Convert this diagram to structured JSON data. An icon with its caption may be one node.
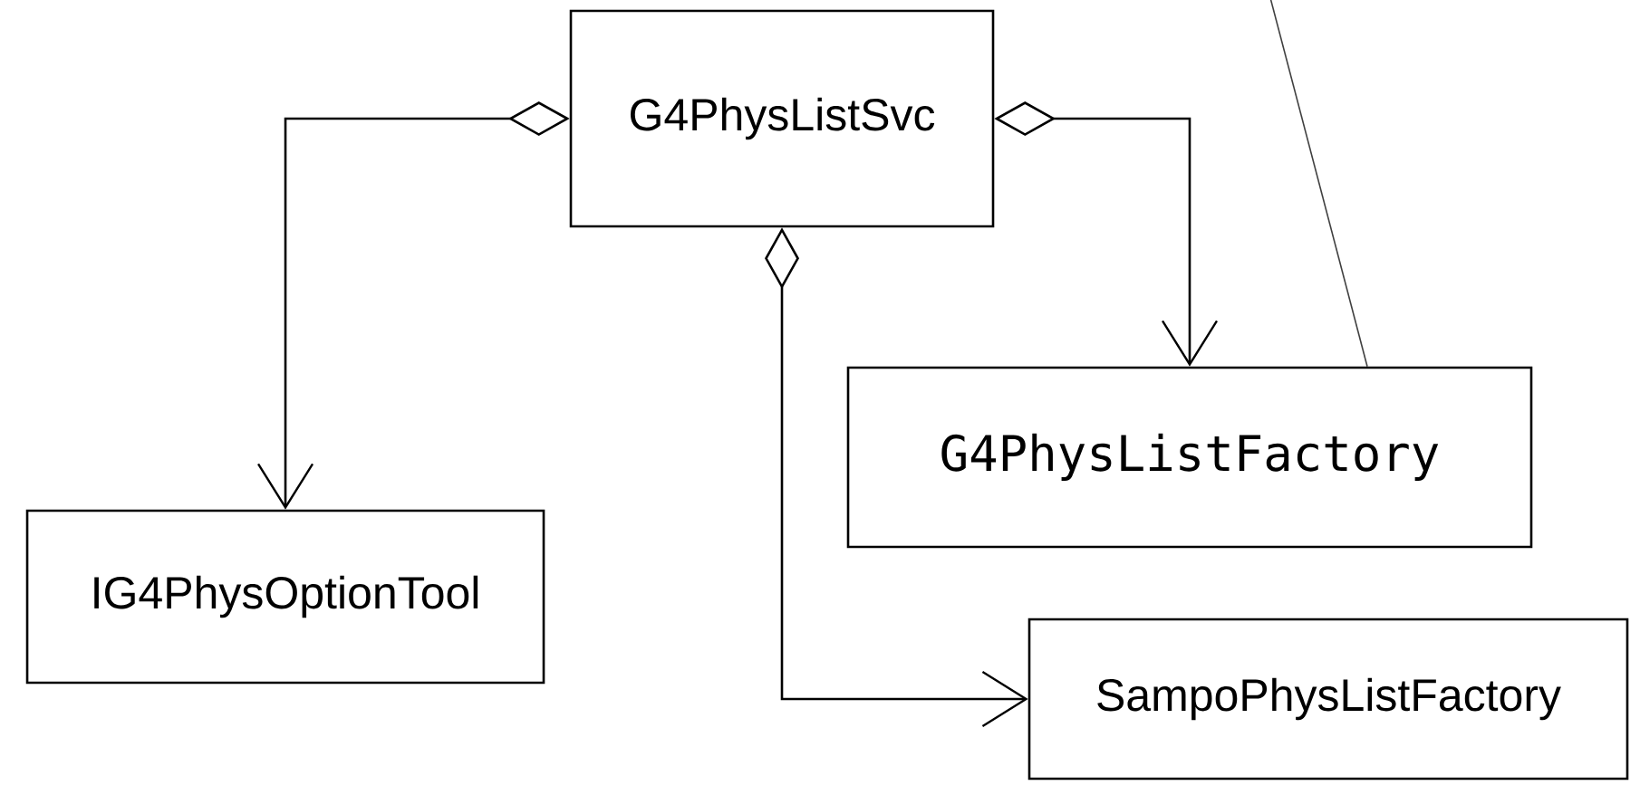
{
  "diagram": {
    "nodes": [
      {
        "text": [
          "G4PhysListSvc"
        ]
      },
      {
        "text": [
          "IG4PhysOptionTool"
        ]
      },
      {
        "text": [
          "G4PhysListFactory"
        ]
      },
      {
        "text": [
          "SampoPhysListFactory"
        ]
      }
    ],
    "edges": [
      {
        "from": 0,
        "to": 1,
        "arrow": "to"
      },
      {
        "from": 0,
        "to": 2,
        "arrow": "to"
      },
      {
        "from": 0,
        "to": 3,
        "arrow": "to"
      },
      {
        "from": 2,
        "to": null,
        "arrow": "none"
      }
    ]
  }
}
